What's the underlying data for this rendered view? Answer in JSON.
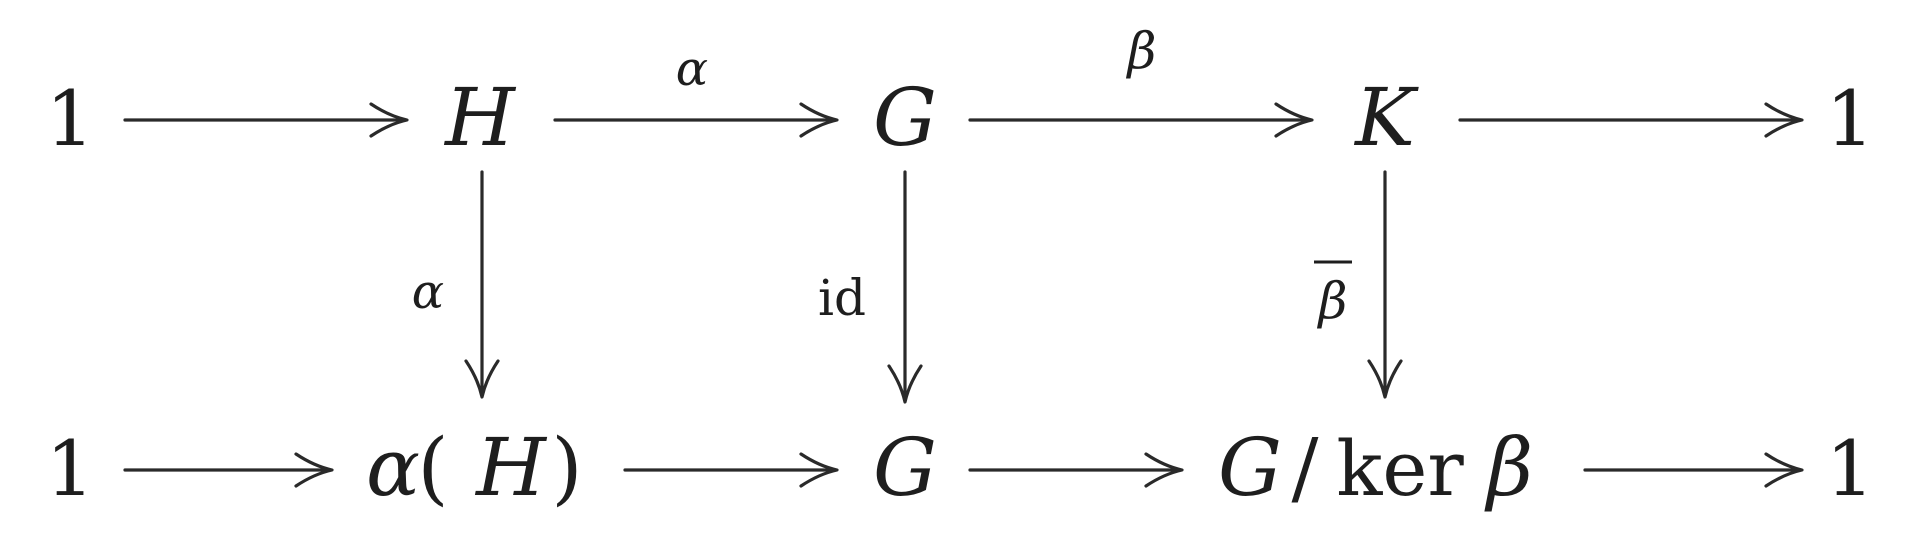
{
  "diagram": {
    "top_row": {
      "n1": "1",
      "n2": "H",
      "n3": "G",
      "n4": "K",
      "n5": "1",
      "arrow_h_g_label": "α",
      "arrow_g_k_label": "β"
    },
    "bottom_row": {
      "n1": "1",
      "n2_func": "α",
      "n2_open": "(",
      "n2_arg": "H",
      "n2_close": ")",
      "n3": "G",
      "n4_g": "G",
      "n4_slash": "/",
      "n4_ker": "ker",
      "n4_beta": "β",
      "n5": "1"
    },
    "vertical_arrows": {
      "left_label": "α",
      "middle_label": "id",
      "right_label": "β",
      "right_label_overline": true
    },
    "colors": {
      "ink": "#1e1e1e"
    }
  }
}
